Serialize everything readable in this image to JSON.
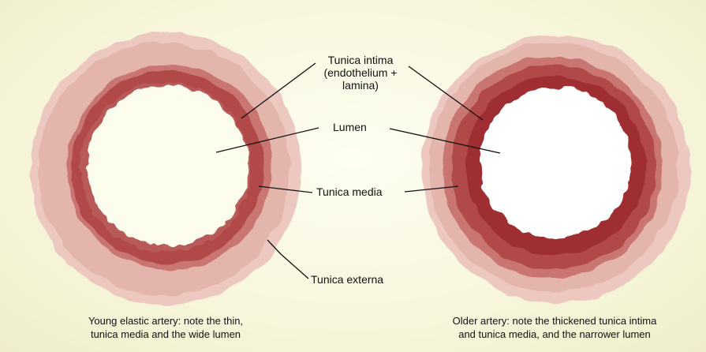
{
  "labels": {
    "tunica_intima_line1": "Tunica intima",
    "tunica_intima_line2": "(endothelium +",
    "tunica_intima_line3": "lamina)",
    "lumen": "Lumen",
    "tunica_media": "Tunica media",
    "tunica_externa": "Tunica externa"
  },
  "captions": {
    "young_line1": "Young elastic artery: note the thin,",
    "young_line2": "tunica media and the wide lumen",
    "older_line1": "Older artery: note the thickened tunica intima",
    "older_line2": "and tunica media, and the narrower lumen"
  },
  "colors": {
    "externa": "#e3b2ab",
    "externa_light": "#ecc8c0",
    "media_outer": "#c97672",
    "media": "#b24a4a",
    "intima": "#9e2f33",
    "lumen_young": "#fdfdee",
    "lumen_old": "#ffffff",
    "line": "#111111"
  }
}
